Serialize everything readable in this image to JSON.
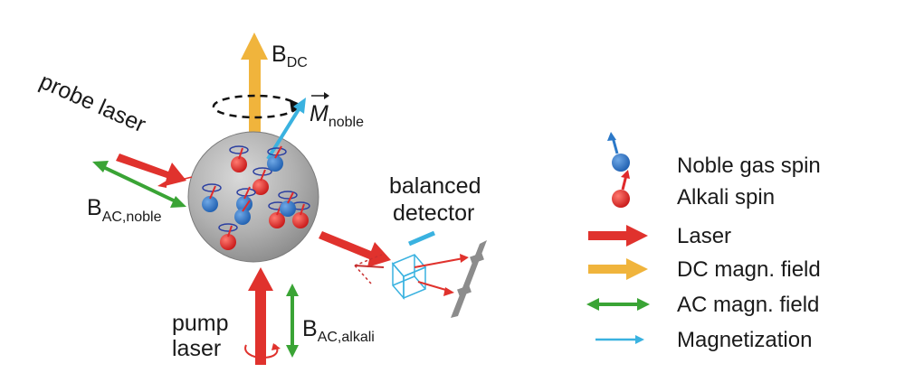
{
  "labels": {
    "b_dc": "B",
    "b_dc_sub": "DC",
    "m_noble": "M",
    "m_noble_sub": "noble",
    "probe_laser": "probe laser",
    "b_ac_noble": "B",
    "b_ac_noble_sub": "AC,noble",
    "balanced": "balanced",
    "detector": "detector",
    "pump": "pump",
    "laser": "laser",
    "b_ac_alkali": "B",
    "b_ac_alkali_sub": "AC,alkali"
  },
  "legend": [
    {
      "label": "Noble gas spin",
      "icon": "noble-gas-spin-icon",
      "color": "#2b78c8"
    },
    {
      "label": "Alkali spin",
      "icon": "alkali-spin-icon",
      "color": "#e0292b"
    },
    {
      "label": "Laser",
      "icon": "laser-arrow-icon",
      "color": "#e0322d"
    },
    {
      "label": "DC magn. field",
      "icon": "dc-field-arrow-icon",
      "color": "#f0b43c"
    },
    {
      "label": "AC magn. field",
      "icon": "ac-field-arrow-icon",
      "color": "#3aa435"
    },
    {
      "label": "Magnetization",
      "icon": "magnetization-arrow-icon",
      "color": "#3ab2e0"
    }
  ],
  "colors": {
    "noble": "#2b78c8",
    "alkali": "#e0292b",
    "laser": "#e0322d",
    "dc_field": "#f0b43c",
    "ac_field": "#3aa435",
    "magnetization": "#3ab2e0",
    "detector": "#8c8c8c",
    "cell": "#a9a9a9"
  }
}
